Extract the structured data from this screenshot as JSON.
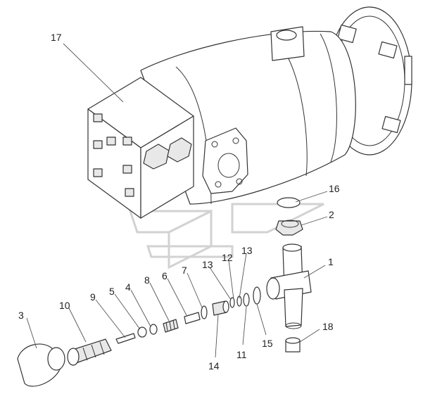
{
  "callouts": [
    {
      "id": "17",
      "text": "17"
    },
    {
      "id": "16",
      "text": "16"
    },
    {
      "id": "2",
      "text": "2"
    },
    {
      "id": "1",
      "text": "1"
    },
    {
      "id": "12",
      "text": "12"
    },
    {
      "id": "13a",
      "text": "13"
    },
    {
      "id": "13b",
      "text": "13"
    },
    {
      "id": "7",
      "text": "7"
    },
    {
      "id": "6",
      "text": "6"
    },
    {
      "id": "8",
      "text": "8"
    },
    {
      "id": "4",
      "text": "4"
    },
    {
      "id": "5",
      "text": "5"
    },
    {
      "id": "9",
      "text": "9"
    },
    {
      "id": "10",
      "text": "10"
    },
    {
      "id": "3",
      "text": "3"
    },
    {
      "id": "14",
      "text": "14"
    },
    {
      "id": "11",
      "text": "11"
    },
    {
      "id": "15",
      "text": "15"
    },
    {
      "id": "18",
      "text": "18"
    }
  ],
  "colors": {
    "line": "#333333",
    "watermark": "#d2d2d2",
    "background": "#ffffff"
  }
}
